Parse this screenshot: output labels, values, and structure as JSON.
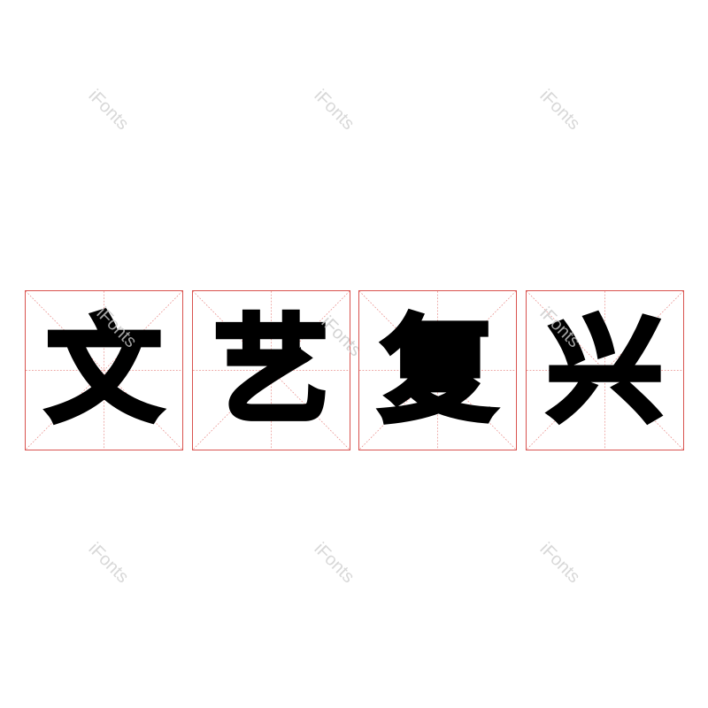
{
  "watermark": "iFonts",
  "grid_color": "#d9534f",
  "characters": [
    "文",
    "艺",
    "复",
    "兴"
  ]
}
